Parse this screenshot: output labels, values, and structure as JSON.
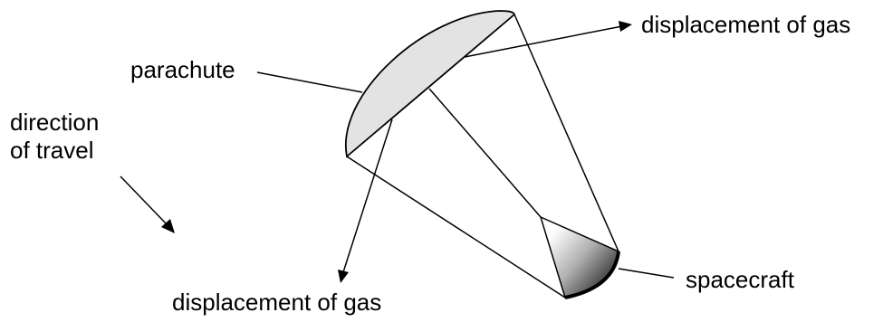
{
  "labels": {
    "parachute": "parachute",
    "direction_line1": "direction",
    "direction_line2": "of travel",
    "gas_top": "displacement of gas",
    "gas_bottom": "displacement of gas",
    "spacecraft": "spacecraft"
  },
  "colors": {
    "stroke": "#000000",
    "parachute_fill": "#e3e3e3",
    "spacecraft_gradient_light": "#ffffff",
    "spacecraft_gradient_dark": "#1a1a1a"
  }
}
